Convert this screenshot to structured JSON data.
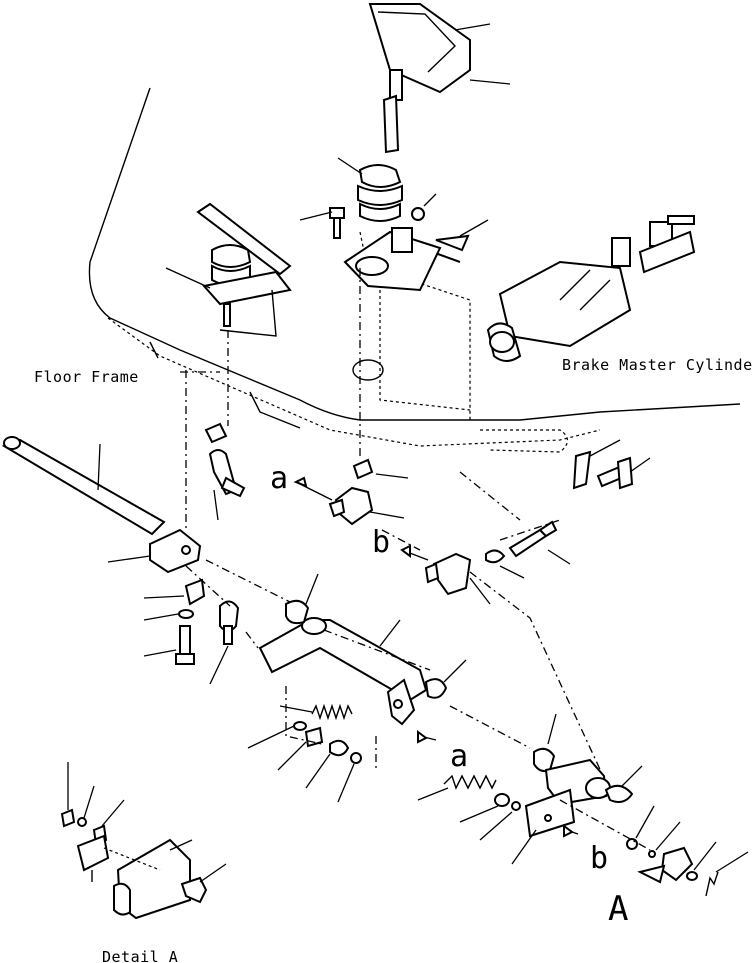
{
  "labels": {
    "floor_frame": "Floor Frame",
    "brake_master_cylinder": "Brake Master Cylinder",
    "detail_a": "Detail A",
    "view_a": "A",
    "connector_a_top": "a",
    "connector_a_bottom": "a",
    "connector_b_top": "b",
    "connector_b_bottom": "b"
  }
}
